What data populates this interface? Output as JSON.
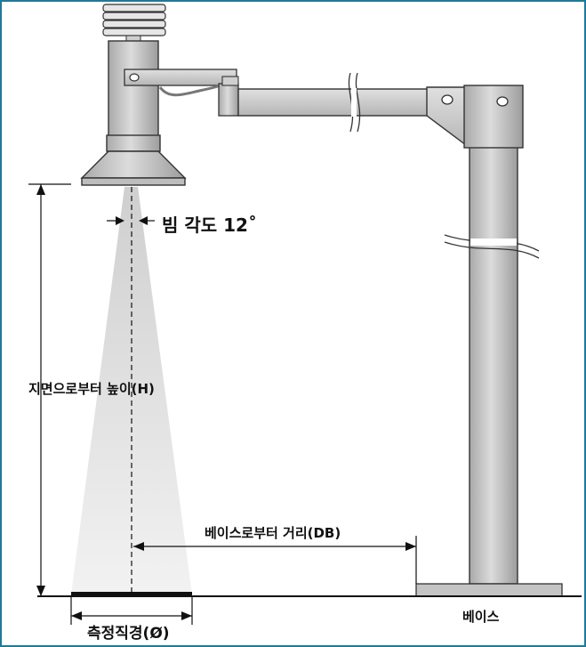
{
  "labels": {
    "beam_angle": "빔 각도 12˚",
    "height_from_ground": "지면으로부터 높이(H)",
    "distance_from_base": "베이스로부터 거리(DB)",
    "measurement_diameter": "측정직경(Ø)",
    "base": "베이스"
  },
  "colors": {
    "frame_border": "#1f7a99",
    "metal": "#c9c9c9",
    "metal_dark": "#9a9a9a",
    "beam_cone": "#e2e2e2",
    "line": "#111111"
  },
  "icons": {
    "sensor_shield": "radiation-shield-icon",
    "mount_bolt": "bolt-hole-icon"
  }
}
